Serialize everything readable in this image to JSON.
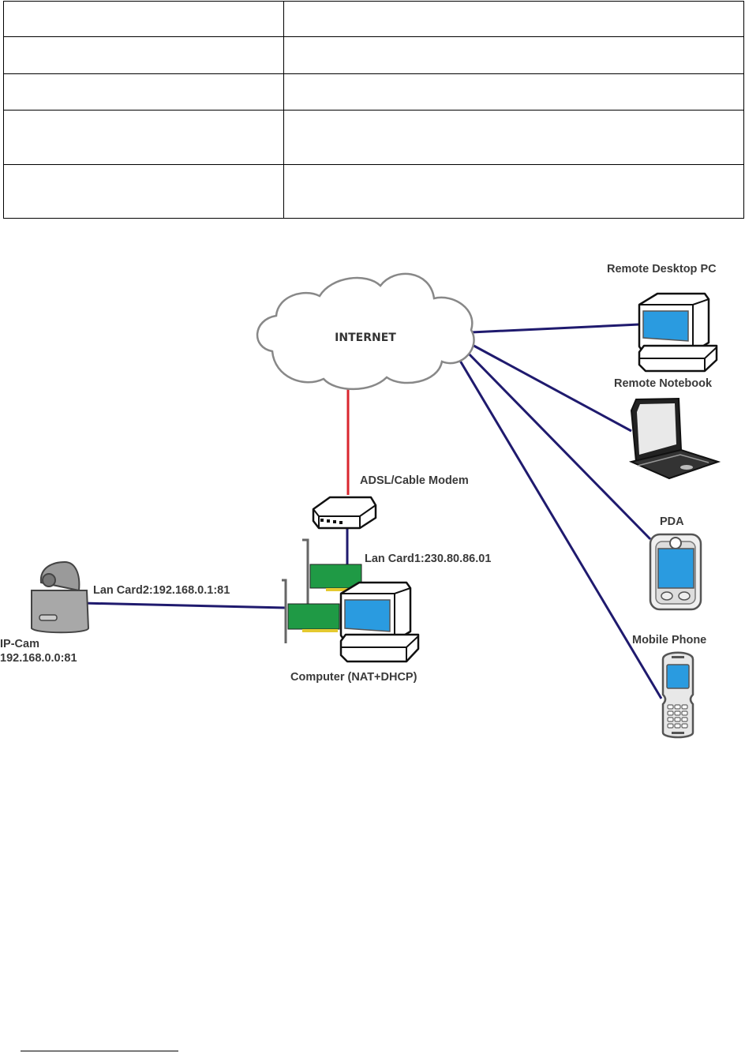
{
  "table": {
    "rows": [
      [
        "",
        ""
      ],
      [
        "",
        ""
      ],
      [
        "",
        ""
      ],
      [
        "",
        ""
      ],
      [
        "",
        ""
      ]
    ]
  },
  "diagram": {
    "colors": {
      "link": "#1f1a6e",
      "wan_link": "#d9262e",
      "screen": "#2a9be0",
      "lan_card": "#1f9a45"
    },
    "cloud": {
      "label": "INTERNET"
    },
    "modem": {
      "label": "ADSL/Cable Modem"
    },
    "lan_card1": {
      "label": "Lan Card1:230.80.86.01"
    },
    "lan_card2": {
      "label": "Lan Card2:192.168.0.1:81"
    },
    "computer": {
      "label": "Computer (NAT+DHCP)"
    },
    "ipcam": {
      "label_line1": "IP-Cam",
      "label_line2": "192.168.0.0:81"
    },
    "remote_devices": [
      {
        "label": "Remote Desktop PC"
      },
      {
        "label": "Remote Notebook"
      },
      {
        "label": "PDA"
      },
      {
        "label": "Mobile Phone"
      }
    ]
  }
}
